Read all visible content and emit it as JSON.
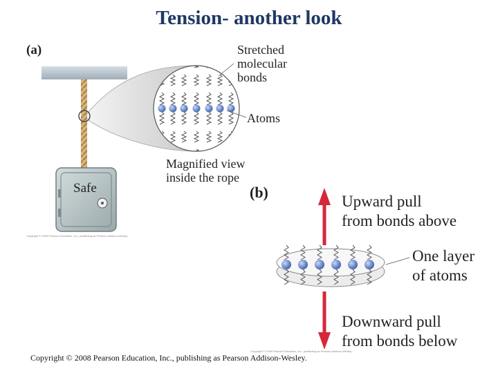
{
  "title": "Tension- another look",
  "panel_a": {
    "label": "(a)",
    "safe_label": "Safe",
    "callout_stretched": [
      "Stretched",
      "molecular",
      "bonds"
    ],
    "callout_atoms": "Atoms",
    "callout_magnified": [
      "Magnified view",
      "inside the rope"
    ],
    "credit": "Copyright © 2008 Pearson Education, Inc., publishing as Pearson Addison-Wesley."
  },
  "panel_b": {
    "label": "(b)",
    "upward": [
      "Upward pull",
      "from bonds above"
    ],
    "layer": [
      "One layer",
      "of atoms"
    ],
    "downward": [
      "Downward pull",
      "from bonds below"
    ],
    "credit": "Copyright © 2008 Pearson Education, Inc., publishing as Pearson Addison-Wesley."
  },
  "footer": {
    "copyright": "Copyright © 2008 Pearson Education, Inc., publishing as Pearson Addison-Wesley."
  },
  "colors": {
    "title": "#1f3864",
    "atom": "#6f8fd0",
    "arrow": "#d6283a",
    "safe": "#b9c7c9",
    "rope": "#c9a36b",
    "ceiling": "#b9c5cf"
  }
}
